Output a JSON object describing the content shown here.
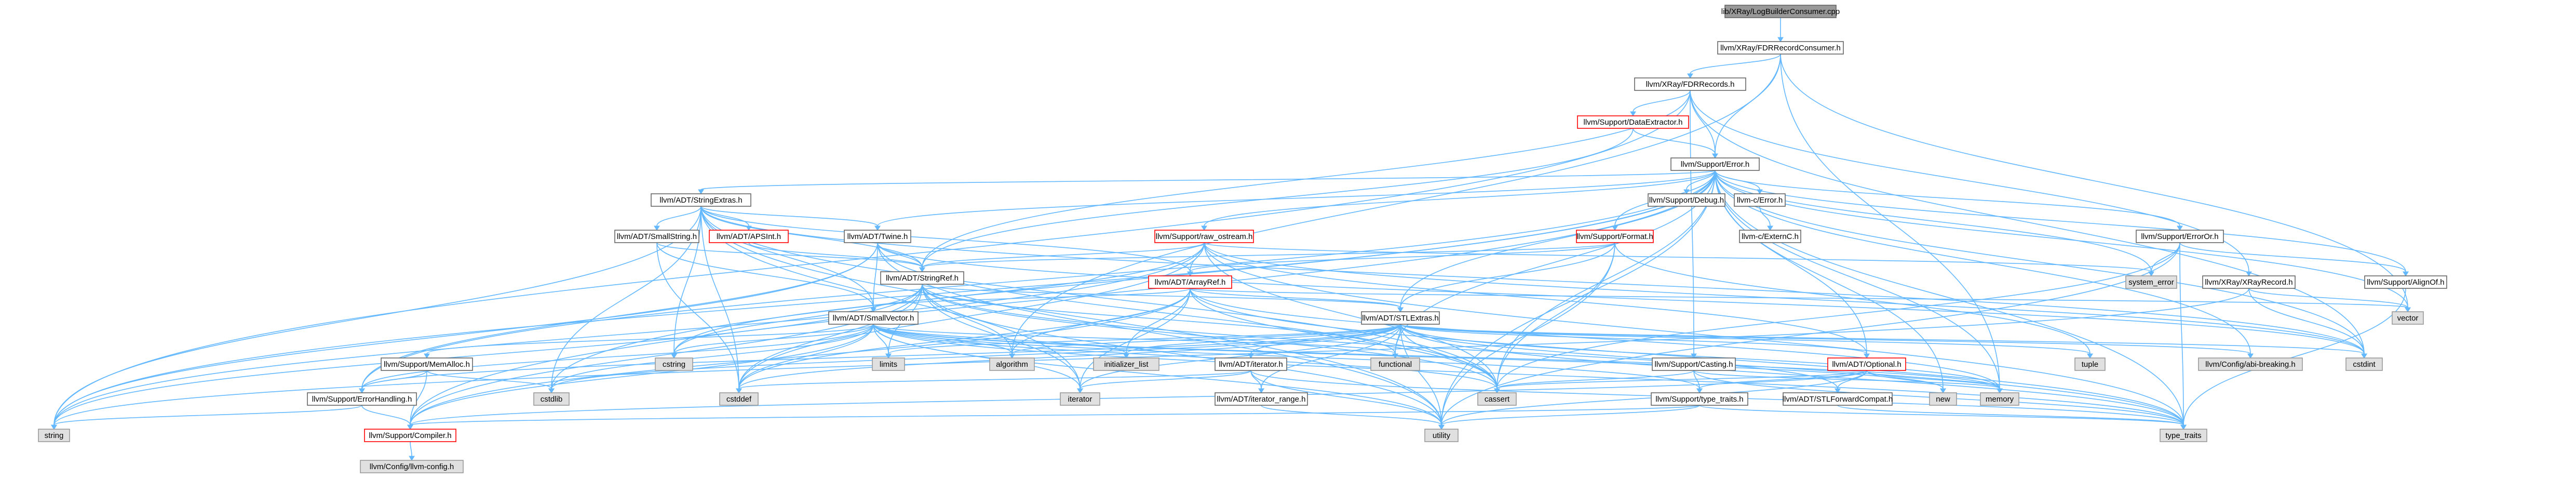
{
  "graph": {
    "nodes": [
      {
        "id": "root",
        "label": "lib/XRay/LogBuilderConsumer.cpp",
        "kind": "hl"
      },
      {
        "id": "fdrcons",
        "label": "llvm/XRay/FDRRecordConsumer.h",
        "kind": "plain"
      },
      {
        "id": "fdrrec",
        "label": "llvm/XRay/FDRRecords.h",
        "kind": "plain"
      },
      {
        "id": "dataext",
        "label": "llvm/Support/DataExtractor.h",
        "kind": "red"
      },
      {
        "id": "error",
        "label": "llvm/Support/Error.h",
        "kind": "plain"
      },
      {
        "id": "strextras",
        "label": "llvm/ADT/StringExtras.h",
        "kind": "plain"
      },
      {
        "id": "debug",
        "label": "llvm/Support/Debug.h",
        "kind": "plain"
      },
      {
        "id": "cerror",
        "label": "llvm-c/Error.h",
        "kind": "plain"
      },
      {
        "id": "externc",
        "label": "llvm-c/ExternC.h",
        "kind": "plain"
      },
      {
        "id": "erroror",
        "label": "llvm/Support/ErrorOr.h",
        "kind": "plain"
      },
      {
        "id": "alignof",
        "label": "llvm/Support/AlignOf.h",
        "kind": "plain"
      },
      {
        "id": "xrayrec",
        "label": "llvm/XRay/XRayRecord.h",
        "kind": "plain"
      },
      {
        "id": "smallstring",
        "label": "llvm/ADT/SmallString.h",
        "kind": "plain"
      },
      {
        "id": "apsint",
        "label": "llvm/ADT/APSInt.h",
        "kind": "red"
      },
      {
        "id": "twine",
        "label": "llvm/ADT/Twine.h",
        "kind": "plain"
      },
      {
        "id": "rawostream",
        "label": "llvm/Support/raw_ostream.h",
        "kind": "red"
      },
      {
        "id": "format",
        "label": "llvm/Support/Format.h",
        "kind": "red"
      },
      {
        "id": "stringref",
        "label": "llvm/ADT/StringRef.h",
        "kind": "plain"
      },
      {
        "id": "arrayref",
        "label": "llvm/ADT/ArrayRef.h",
        "kind": "red"
      },
      {
        "id": "systemerror",
        "label": "system_error",
        "kind": "sys"
      },
      {
        "id": "smallvector",
        "label": "llvm/ADT/SmallVector.h",
        "kind": "plain"
      },
      {
        "id": "stlextras",
        "label": "llvm/ADT/STLExtras.h",
        "kind": "plain"
      },
      {
        "id": "vector",
        "label": "vector",
        "kind": "sys"
      },
      {
        "id": "memalloc",
        "label": "llvm/Support/MemAlloc.h",
        "kind": "plain"
      },
      {
        "id": "iterator",
        "label": "llvm/ADT/iterator.h",
        "kind": "plain"
      },
      {
        "id": "casting",
        "label": "llvm/Support/Casting.h",
        "kind": "plain"
      },
      {
        "id": "optional",
        "label": "llvm/ADT/Optional.h",
        "kind": "red"
      },
      {
        "id": "cstring",
        "label": "cstring",
        "kind": "sys"
      },
      {
        "id": "limits",
        "label": "limits",
        "kind": "sys"
      },
      {
        "id": "algorithm",
        "label": "algorithm",
        "kind": "sys"
      },
      {
        "id": "initlist",
        "label": "initializer_list",
        "kind": "sys"
      },
      {
        "id": "functional",
        "label": "functional",
        "kind": "sys"
      },
      {
        "id": "tuple",
        "label": "tuple",
        "kind": "sys"
      },
      {
        "id": "configabi",
        "label": "llvm/Config/abi-breaking.h",
        "kind": "sys"
      },
      {
        "id": "cstdint",
        "label": "cstdint",
        "kind": "sys"
      },
      {
        "id": "cstdlib",
        "label": "cstdlib",
        "kind": "sys"
      },
      {
        "id": "errhandling",
        "label": "llvm/Support/ErrorHandling.h",
        "kind": "plain"
      },
      {
        "id": "cstddef",
        "label": "cstddef",
        "kind": "sys"
      },
      {
        "id": "iterstd",
        "label": "iterator",
        "kind": "sys"
      },
      {
        "id": "iterrange",
        "label": "llvm/ADT/iterator_range.h",
        "kind": "plain"
      },
      {
        "id": "cassert",
        "label": "cassert",
        "kind": "sys"
      },
      {
        "id": "typetraits",
        "label": "llvm/Support/type_traits.h",
        "kind": "plain"
      },
      {
        "id": "stlfwd",
        "label": "llvm/ADT/STLForwardCompat.h",
        "kind": "plain"
      },
      {
        "id": "new",
        "label": "new",
        "kind": "sys"
      },
      {
        "id": "memory",
        "label": "memory",
        "kind": "sys"
      },
      {
        "id": "string",
        "label": "string",
        "kind": "sys"
      },
      {
        "id": "compiler",
        "label": "llvm/Support/Compiler.h",
        "kind": "red"
      },
      {
        "id": "utility",
        "label": "utility",
        "kind": "sys"
      },
      {
        "id": "typetraitsstd",
        "label": "type_traits",
        "kind": "sys"
      },
      {
        "id": "llvmconfig",
        "label": "llvm/Config/llvm-config.h",
        "kind": "sys"
      }
    ],
    "edges": [
      [
        "root",
        "fdrcons"
      ],
      [
        "fdrcons",
        "fdrrec"
      ],
      [
        "fdrcons",
        "error"
      ],
      [
        "fdrcons",
        "algorithm"
      ],
      [
        "fdrcons",
        "memory"
      ],
      [
        "fdrcons",
        "vector"
      ],
      [
        "fdrrec",
        "dataext"
      ],
      [
        "fdrrec",
        "error"
      ],
      [
        "fdrrec",
        "xrayrec"
      ],
      [
        "fdrrec",
        "stringref"
      ],
      [
        "fdrrec",
        "casting"
      ],
      [
        "fdrrec",
        "cstdint"
      ],
      [
        "fdrrec",
        "string"
      ],
      [
        "dataext",
        "error"
      ],
      [
        "dataext",
        "stringref"
      ],
      [
        "error",
        "strextras"
      ],
      [
        "error",
        "debug"
      ],
      [
        "error",
        "cerror"
      ],
      [
        "error",
        "erroror"
      ],
      [
        "error",
        "alignof"
      ],
      [
        "error",
        "twine"
      ],
      [
        "error",
        "rawostream"
      ],
      [
        "error",
        "format"
      ],
      [
        "error",
        "stlextras"
      ],
      [
        "error",
        "errhandling"
      ],
      [
        "error",
        "compiler"
      ],
      [
        "error",
        "configabi"
      ],
      [
        "error",
        "systemerror"
      ],
      [
        "error",
        "cstdint"
      ],
      [
        "error",
        "cassert"
      ],
      [
        "error",
        "cstdlib"
      ],
      [
        "error",
        "functional"
      ],
      [
        "error",
        "memory"
      ],
      [
        "error",
        "new"
      ],
      [
        "error",
        "optional"
      ],
      [
        "error",
        "string"
      ],
      [
        "error",
        "utility"
      ],
      [
        "error",
        "typetraitsstd"
      ],
      [
        "error",
        "vector"
      ],
      [
        "cerror",
        "externc"
      ],
      [
        "erroror",
        "alignof"
      ],
      [
        "erroror",
        "systemerror"
      ],
      [
        "erroror",
        "cassert"
      ],
      [
        "erroror",
        "utility"
      ],
      [
        "erroror",
        "typetraitsstd"
      ],
      [
        "alignof",
        "typetraitsstd"
      ],
      [
        "xrayrec",
        "cstdint"
      ],
      [
        "xrayrec",
        "vector"
      ],
      [
        "xrayrec",
        "string"
      ],
      [
        "strextras",
        "smallstring"
      ],
      [
        "strextras",
        "apsint"
      ],
      [
        "strextras",
        "twine"
      ],
      [
        "strextras",
        "arrayref"
      ],
      [
        "strextras",
        "stringref"
      ],
      [
        "strextras",
        "smallvector"
      ],
      [
        "strextras",
        "cassert"
      ],
      [
        "strextras",
        "cstddef"
      ],
      [
        "strextras",
        "cstdint"
      ],
      [
        "strextras",
        "cstdlib"
      ],
      [
        "strextras",
        "cstring"
      ],
      [
        "strextras",
        "iterstd"
      ],
      [
        "strextras",
        "string"
      ],
      [
        "strextras",
        "utility"
      ],
      [
        "smallstring",
        "smallvector"
      ],
      [
        "smallstring",
        "stringref"
      ],
      [
        "smallstring",
        "cstddef"
      ],
      [
        "apsint",
        "stringref"
      ],
      [
        "twine",
        "smallvector"
      ],
      [
        "twine",
        "stringref"
      ],
      [
        "twine",
        "errhandling"
      ],
      [
        "twine",
        "cassert"
      ],
      [
        "twine",
        "cstdint"
      ],
      [
        "twine",
        "string"
      ],
      [
        "twine",
        "utility"
      ],
      [
        "rawostream",
        "stringref"
      ],
      [
        "rawostream",
        "arrayref"
      ],
      [
        "rawostream",
        "optional"
      ],
      [
        "rawostream",
        "cassert"
      ],
      [
        "rawostream",
        "cstddef"
      ],
      [
        "rawostream",
        "cstdint"
      ],
      [
        "rawostream",
        "cstring"
      ],
      [
        "rawostream",
        "string"
      ],
      [
        "rawostream",
        "systemerror"
      ],
      [
        "rawostream",
        "typetraitsstd"
      ],
      [
        "format",
        "arrayref"
      ],
      [
        "format",
        "stringref"
      ],
      [
        "format",
        "stlextras"
      ],
      [
        "format",
        "cassert"
      ],
      [
        "format",
        "cstdio_dummy_skip"
      ],
      [
        "format",
        "tuple"
      ],
      [
        "format",
        "utility"
      ],
      [
        "stringref",
        "stlextras"
      ],
      [
        "stringref",
        "compiler"
      ],
      [
        "stringref",
        "algorithm"
      ],
      [
        "stringref",
        "cassert"
      ],
      [
        "stringref",
        "cstddef"
      ],
      [
        "stringref",
        "cstring"
      ],
      [
        "stringref",
        "functional"
      ],
      [
        "stringref",
        "iterstd"
      ],
      [
        "stringref",
        "limits"
      ],
      [
        "stringref",
        "string"
      ],
      [
        "stringref",
        "typetraitsstd"
      ],
      [
        "stringref",
        "utility"
      ],
      [
        "arrayref",
        "smallvector"
      ],
      [
        "arrayref",
        "stlextras"
      ],
      [
        "arrayref",
        "compiler"
      ],
      [
        "arrayref",
        "algorithm"
      ],
      [
        "arrayref",
        "cassert"
      ],
      [
        "arrayref",
        "cstddef"
      ],
      [
        "arrayref",
        "initlist"
      ],
      [
        "arrayref",
        "iterstd"
      ],
      [
        "arrayref",
        "memory"
      ],
      [
        "arrayref",
        "typetraitsstd"
      ],
      [
        "arrayref",
        "vector"
      ],
      [
        "smallvector",
        "compiler"
      ],
      [
        "smallvector",
        "errhandling"
      ],
      [
        "smallvector",
        "memalloc"
      ],
      [
        "smallvector",
        "typetraits"
      ],
      [
        "smallvector",
        "algorithm"
      ],
      [
        "smallvector",
        "cassert"
      ],
      [
        "smallvector",
        "cstddef"
      ],
      [
        "smallvector",
        "cstdlib"
      ],
      [
        "smallvector",
        "cstring"
      ],
      [
        "smallvector",
        "functional"
      ],
      [
        "smallvector",
        "initlist"
      ],
      [
        "smallvector",
        "iterstd"
      ],
      [
        "smallvector",
        "limits"
      ],
      [
        "smallvector",
        "memory"
      ],
      [
        "smallvector",
        "new"
      ],
      [
        "smallvector",
        "typetraitsstd"
      ],
      [
        "smallvector",
        "utility"
      ],
      [
        "stlextras",
        "stlfwd"
      ],
      [
        "stlextras",
        "iterator"
      ],
      [
        "stlextras",
        "iterrange"
      ],
      [
        "stlextras",
        "optional"
      ],
      [
        "stlextras",
        "configabi"
      ],
      [
        "stlextras",
        "errhandling"
      ],
      [
        "stlextras",
        "algorithm"
      ],
      [
        "stlextras",
        "cassert"
      ],
      [
        "stlextras",
        "cstddef"
      ],
      [
        "stlextras",
        "cstdint"
      ],
      [
        "stlextras",
        "cstdlib"
      ],
      [
        "stlextras",
        "functional"
      ],
      [
        "stlextras",
        "initlist"
      ],
      [
        "stlextras",
        "iterstd"
      ],
      [
        "stlextras",
        "limits"
      ],
      [
        "stlextras",
        "memory"
      ],
      [
        "stlextras",
        "tuple"
      ],
      [
        "stlextras",
        "typetraitsstd"
      ],
      [
        "stlextras",
        "utility"
      ],
      [
        "memalloc",
        "compiler"
      ],
      [
        "memalloc",
        "errhandling"
      ],
      [
        "memalloc",
        "cstdlib"
      ],
      [
        "errhandling",
        "compiler"
      ],
      [
        "errhandling",
        "string"
      ],
      [
        "iterator",
        "iterrange"
      ],
      [
        "iterator",
        "cstddef"
      ],
      [
        "iterator",
        "iterstd"
      ],
      [
        "iterator",
        "typetraitsstd"
      ],
      [
        "iterator",
        "utility"
      ],
      [
        "iterrange",
        "utility"
      ],
      [
        "casting",
        "typetraits"
      ],
      [
        "casting",
        "cassert"
      ],
      [
        "casting",
        "memory"
      ],
      [
        "casting",
        "typetraitsstd"
      ],
      [
        "optional",
        "compiler"
      ],
      [
        "optional",
        "stlfwd"
      ],
      [
        "optional",
        "typetraits"
      ],
      [
        "optional",
        "cassert"
      ],
      [
        "optional",
        "new"
      ],
      [
        "optional",
        "utility"
      ],
      [
        "optional",
        "memory"
      ],
      [
        "typetraits",
        "compiler"
      ],
      [
        "typetraits",
        "typetraitsstd"
      ],
      [
        "typetraits",
        "utility"
      ],
      [
        "stlfwd",
        "typetraitsstd"
      ],
      [
        "compiler",
        "llvmconfig"
      ]
    ]
  }
}
